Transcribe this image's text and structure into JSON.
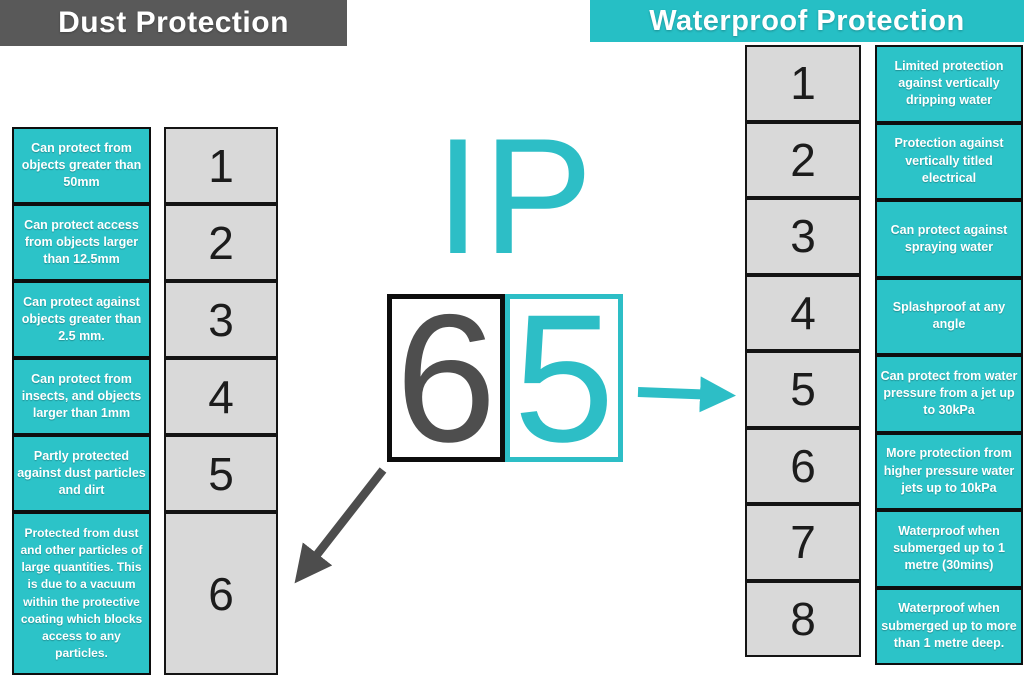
{
  "header": {
    "dust_title": "Dust Protection",
    "waterproof_title": "Waterproof Protection"
  },
  "center": {
    "ip_label": "IP",
    "dust_digit": "6",
    "waterproof_digit": "5"
  },
  "dust": {
    "levels": [
      {
        "num": "1",
        "desc": "Can protect from objects greater than 50mm"
      },
      {
        "num": "2",
        "desc": "Can protect access from objects larger than 12.5mm"
      },
      {
        "num": "3",
        "desc": "Can protect against objects greater than 2.5 mm."
      },
      {
        "num": "4",
        "desc": "Can protect from insects, and objects larger than 1mm"
      },
      {
        "num": "5",
        "desc": "Partly protected against dust particles and dirt"
      },
      {
        "num": "6",
        "desc": "Protected from dust and other particles of large quantities. This is due to a vacuum within the protective coating which blocks access to any particles."
      }
    ]
  },
  "waterproof": {
    "levels": [
      {
        "num": "1",
        "desc": "Limited protection against vertically dripping water"
      },
      {
        "num": "2",
        "desc": "Protection against vertically titled electrical"
      },
      {
        "num": "3",
        "desc": "Can protect against spraying water"
      },
      {
        "num": "4",
        "desc": "Splashproof at any angle"
      },
      {
        "num": "5",
        "desc": "Can protect from water pressure from a jet up to 30kPa"
      },
      {
        "num": "6",
        "desc": "More protection from higher pressure water jets up to 10kPa"
      },
      {
        "num": "7",
        "desc": "Waterproof when submerged up to 1 metre (30mins)"
      },
      {
        "num": "8",
        "desc": "Waterproof when submerged up to more than 1 metre deep."
      }
    ]
  },
  "colors": {
    "teal": "#2dbec6",
    "teal_box": "#2cc3c8",
    "dark_gray_bar": "#595959",
    "number_box_gray": "#d9d9d9",
    "digit_dark": "#4e4e4e",
    "arrow_dark": "#4d4d4d"
  }
}
